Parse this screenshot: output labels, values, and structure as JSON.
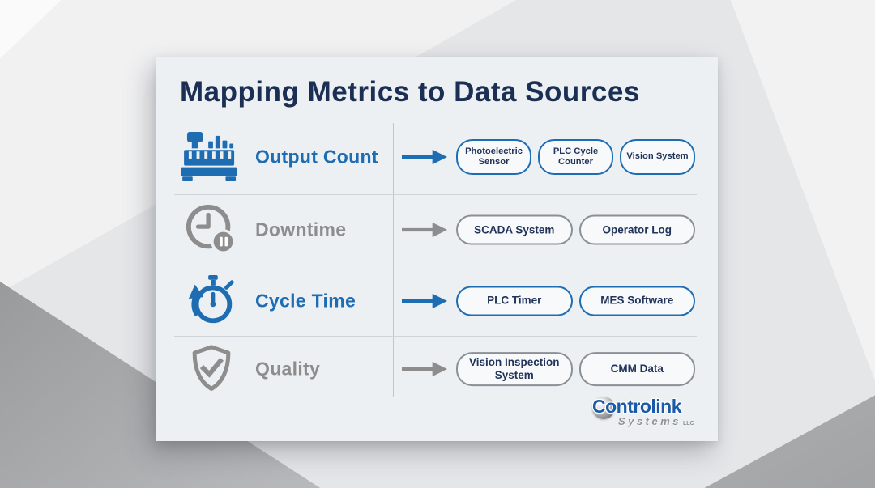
{
  "header": {
    "title": "Mapping Metrics to Data Sources"
  },
  "rows": [
    {
      "metric": "Output Count",
      "tone": "blue",
      "icon": "production-counter-icon",
      "sources": [
        "Photoelectric Sensor",
        "PLC Cycle Counter",
        "Vision System"
      ]
    },
    {
      "metric": "Downtime",
      "tone": "gray",
      "icon": "clock-pause-icon",
      "sources": [
        "SCADA System",
        "Operator Log"
      ]
    },
    {
      "metric": "Cycle Time",
      "tone": "blue",
      "icon": "stopwatch-cycle-icon",
      "sources": [
        "PLC Timer",
        "MES Software"
      ]
    },
    {
      "metric": "Quality",
      "tone": "gray",
      "icon": "shield-check-icon",
      "sources": [
        "Vision Inspection System",
        "CMM Data"
      ]
    }
  ],
  "logo": {
    "brand": "Controlink",
    "sub": "Systems",
    "suffix": "LLC"
  },
  "colors": {
    "accent_blue": "#1e6db3",
    "accent_gray": "#8d8d8d",
    "heading_navy": "#1b2f55",
    "pill_text_navy": "#22345a",
    "card_bg": "#ecf0f3"
  }
}
